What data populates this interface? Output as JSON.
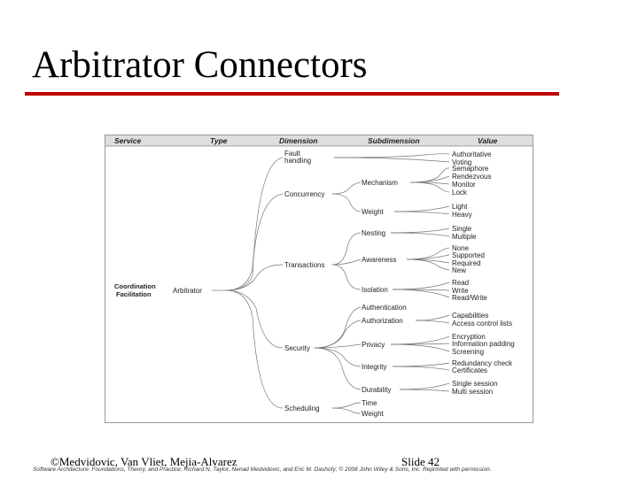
{
  "slide": {
    "title": "Arbitrator Connectors",
    "footer_credit": "©Medvidovic, Van Vliet, Mejia-Alvarez",
    "slide_number": "Slide 42",
    "source_note": "Software Architecture: Foundations, Theory, and Practice; Richard N. Taylor, Nenad Medvidovic, and Eric M. Dashofy; © 2008 John Wiley & Sons, Inc. Reprinted with permission.",
    "accent_color": "#c00000"
  },
  "diagram": {
    "columns": {
      "service": "Service",
      "type": "Type",
      "dimension": "Dimension",
      "subdimension": "Subdimension",
      "value": "Value"
    },
    "service": {
      "line1": "Coordination",
      "line2": "Facilitation"
    },
    "type": "Arbitrator",
    "dimensions": {
      "fault": {
        "line1": "Fault",
        "line2": "handling"
      },
      "concurrency": "Concurrency",
      "transactions": "Transactions",
      "security": "Security",
      "scheduling": "Scheduling"
    },
    "subdimensions": {
      "mechanism": "Mechanism",
      "weight": "Weight",
      "nesting": "Nesting",
      "awareness": "Awareness",
      "isolation": "Isolation",
      "authentication": "Authentication",
      "authorization": "Authorization",
      "privacy": "Privacy",
      "integrity": "Integrity",
      "durability": "Durability",
      "time": "Time",
      "sched_weight": "Weight"
    },
    "values": {
      "authoritative": "Authoritative",
      "voting": "Voting",
      "semaphore": "Semaphore",
      "rendezvous": "Rendezvous",
      "monitor": "Monitor",
      "lock": "Lock",
      "light": "Light",
      "heavy": "Heavy",
      "single": "Single",
      "multiple": "Multiple",
      "none": "None",
      "supported": "Supported",
      "required": "Required",
      "new": "New",
      "read": "Read",
      "write": "Write",
      "read_write": "Read/Write",
      "capabilities": "Capabilities",
      "acl": "Access control lists",
      "encryption": "Encryption",
      "info_padding": "Information padding",
      "screening": "Screening",
      "redundancy": "Redundancy check",
      "certificates": "Certificates",
      "single_session": "Single session",
      "multi_session": "Multi session"
    }
  }
}
